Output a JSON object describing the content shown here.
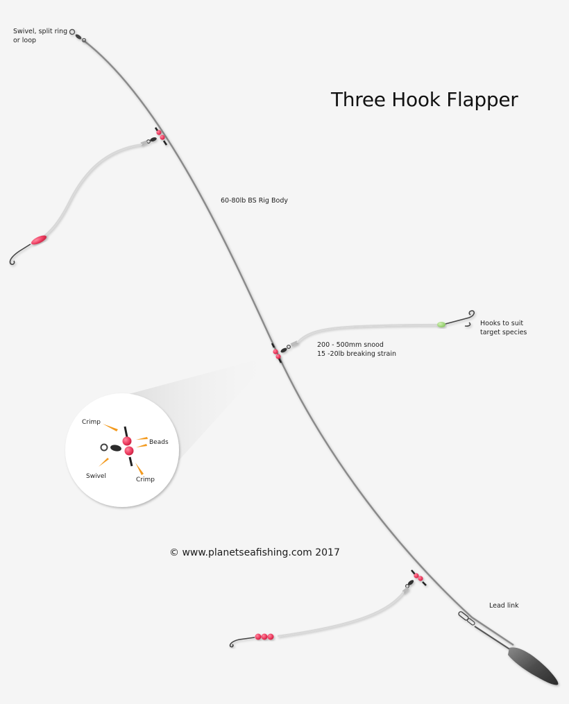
{
  "title": "Three Hook Flapper",
  "labels": {
    "swivel_top": [
      "Swivel, split ring",
      "or loop"
    ],
    "rig_body": "60-80lb BS Rig Body",
    "snood": [
      "200 - 500mm snood",
      "15 -20lb breaking strain"
    ],
    "hooks": [
      "Hooks to suit",
      "target species"
    ],
    "lead_link": "Lead link"
  },
  "inset": {
    "crimp_top": "Crimp",
    "beads": "Beads",
    "swivel": "Swivel",
    "crimp_bottom": "Crimp"
  },
  "copyright": "© www.planetseafishing.com 2017",
  "colors": {
    "background": "#f5f5f5",
    "main_line": "#8a8a8a",
    "snood_line": "#d8d8d8",
    "bead": "#ee3f63",
    "green_bead": "#9fd47a",
    "pointer": "#f39a1e",
    "lead": "#5a5a5a"
  },
  "icons": [
    "swivel-icon",
    "bead-icon",
    "hook-icon",
    "lead-weight-icon",
    "lead-link-icon",
    "crimp-icon"
  ]
}
